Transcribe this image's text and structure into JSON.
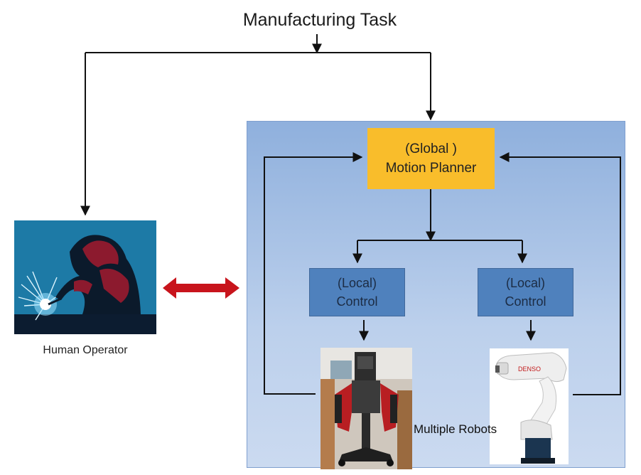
{
  "diagram": {
    "title": "Manufacturing Task",
    "planner": {
      "line1": "(Global )",
      "line2": "Motion Planner"
    },
    "controls": [
      {
        "line1": "(Local)",
        "line2": "Control"
      },
      {
        "line1": "(Local)",
        "line2": "Control"
      }
    ],
    "human_operator_label": "Human Operator",
    "robots_label": "Multiple Robots"
  },
  "colors": {
    "panel": "#a8c2e6",
    "planner": "#f9bd2b",
    "control": "#4f81bd",
    "bidirectional_arrow": "#c8141c",
    "operator_background": "#1d7aa6"
  },
  "icons": [
    "welder-silhouette-icon",
    "dual-arm-robot-icon",
    "industrial-arm-robot-icon",
    "bidirectional-arrow-icon"
  ]
}
